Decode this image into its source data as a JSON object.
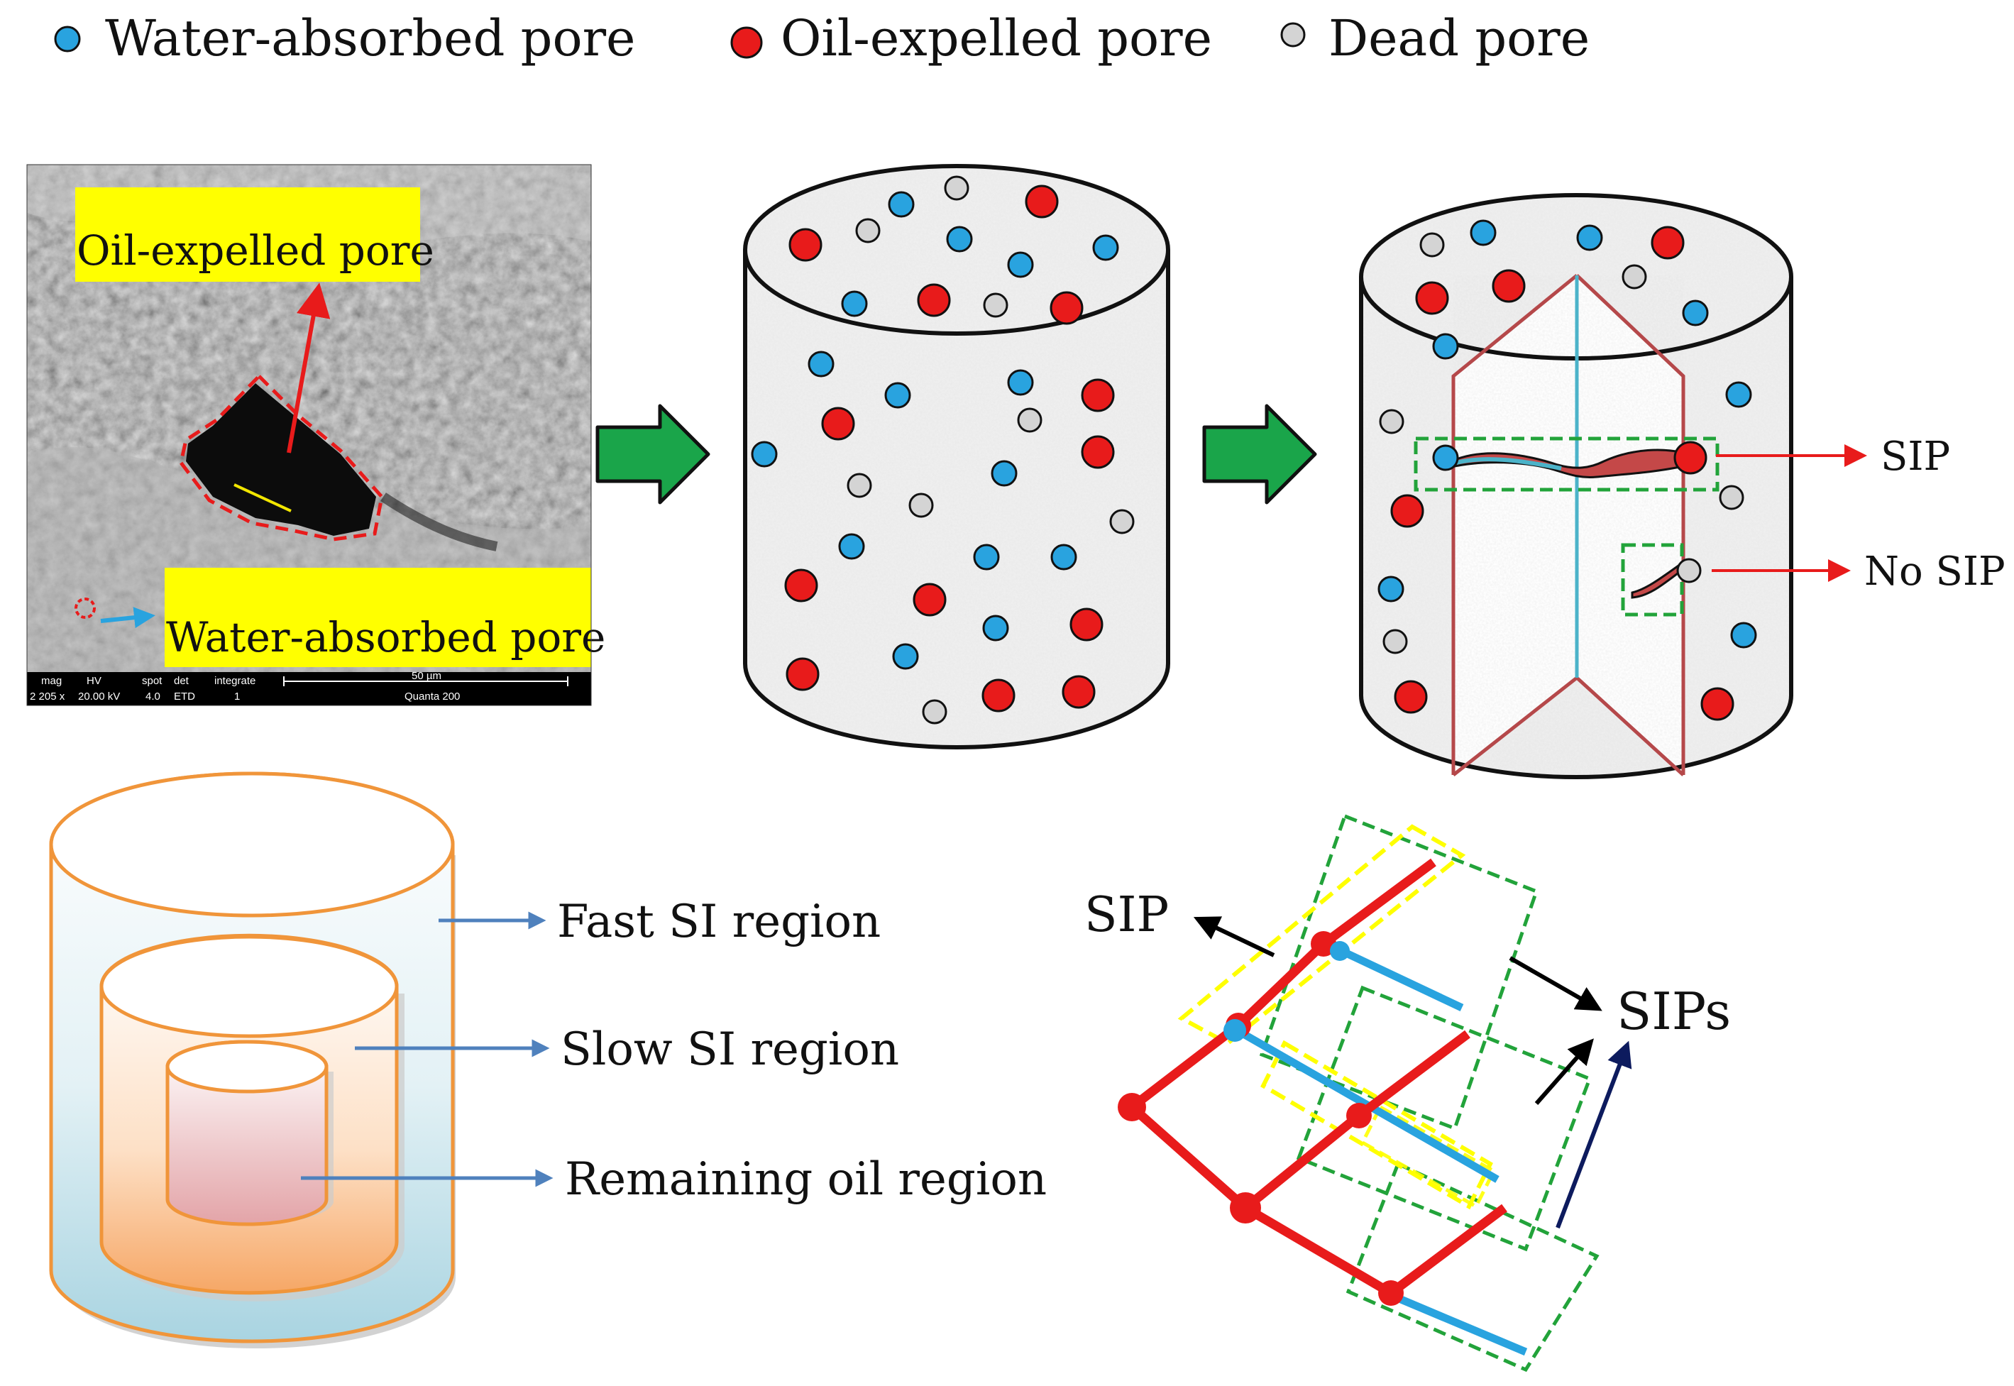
{
  "legend": {
    "items": [
      {
        "label": "Water-absorbed pore",
        "color": "#29a3df",
        "icon": "water-absorbed-pore-icon"
      },
      {
        "label": "Oil-expelled pore",
        "color": "#e81b1b",
        "icon": "oil-expelled-pore-icon"
      },
      {
        "label": "Dead pore",
        "color": "#d4d4d4",
        "icon": "dead-pore-icon"
      }
    ]
  },
  "sem": {
    "oil_label": "Oil-expelled pore",
    "water_label": "Water-absorbed pore",
    "info_headers": [
      "mag",
      "HV",
      "spot",
      "det",
      "integrate"
    ],
    "info_values": [
      "2 205 x",
      "20.00 kV",
      "4.0",
      "ETD",
      "1"
    ],
    "scale": "50 µm",
    "instrument": "Quanta 200"
  },
  "fracture": {
    "sip_label": "SIP",
    "no_sip_label": "No SIP"
  },
  "regions": {
    "fast": "Fast SI region",
    "slow": "Slow SI region",
    "remaining": "Remaining oil region"
  },
  "network": {
    "sip_label": "SIP",
    "sips_label": "SIPs"
  },
  "colors": {
    "water": "#29a3df",
    "oil": "#e81b1b",
    "dead": "#d4d4d4",
    "arrow_green": "#1aa54a",
    "region_arrow": "#4f81bd",
    "cylinder_outline": "#f0953a",
    "fracture_red": "#b5484a",
    "fracture_blue": "#4bb3c9",
    "highlight_yellow": "#ffff00",
    "dashed_green": "#22a33a",
    "dark_navy": "#0d1b5e"
  }
}
